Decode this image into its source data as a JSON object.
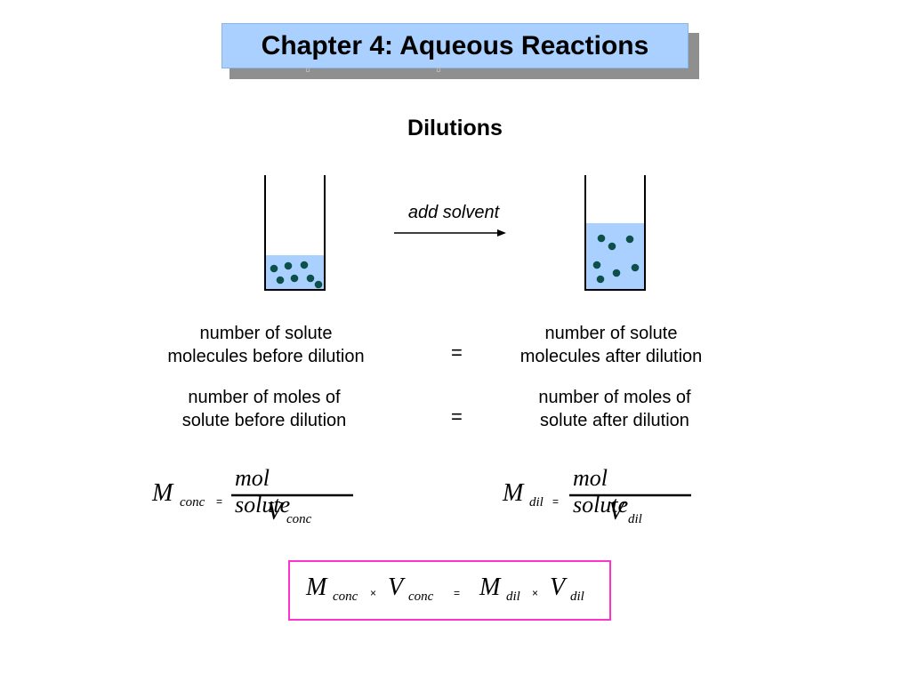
{
  "slide": {
    "title": "Chapter 4: Aqueous Reactions",
    "subtitle": "Dilutions"
  },
  "diagram": {
    "arrow_label": "add solvent",
    "colors": {
      "solution": "#a9d0ff",
      "particle": "#0d4f4a",
      "outline": "#000000"
    }
  },
  "statements": {
    "molecules_before": [
      "number of solute",
      "molecules before dilution"
    ],
    "molecules_after": [
      "number of solute",
      "molecules after dilution"
    ],
    "moles_before": [
      "number of moles of",
      "solute before dilution"
    ],
    "moles_after": [
      "number of moles of",
      "solute after dilution"
    ],
    "equals": "="
  },
  "equations": {
    "conc": {
      "M": "M",
      "sub": "conc",
      "eq": "=",
      "num": "mol solute",
      "den": "V",
      "den_sub": "conc"
    },
    "dil": {
      "M": "M",
      "sub": "dil",
      "eq": "=",
      "num": "mol solute",
      "den": "V",
      "den_sub": "dil"
    },
    "dilution_law": {
      "M1": "M",
      "M1_sub": "conc",
      "times1": "×",
      "V1": "V",
      "V1_sub": "conc",
      "eq": "=",
      "M2": "M",
      "M2_sub": "dil",
      "times2": "×",
      "V2": "V",
      "V2_sub": "dil",
      "border_color": "#ff33cc"
    }
  }
}
